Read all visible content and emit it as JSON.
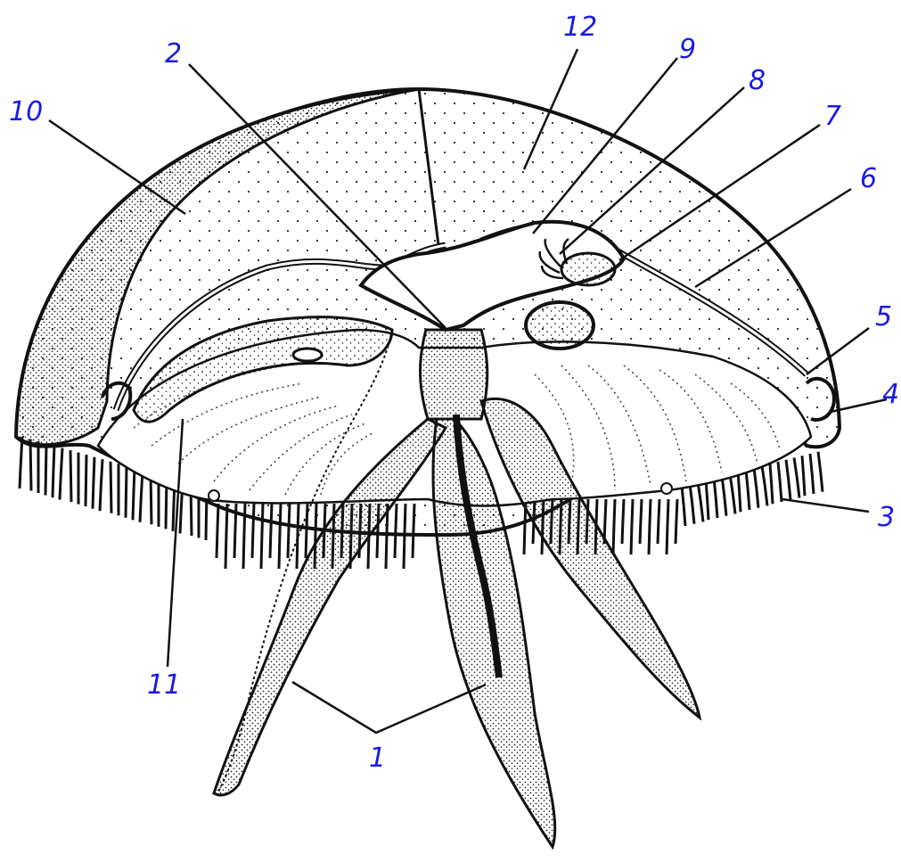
{
  "colors": {
    "label": "#1a1ae6",
    "ink": "#111111",
    "paper": "#ffffff",
    "stipple": "#222222"
  },
  "labels": [
    {
      "id": "1",
      "text": "1"
    },
    {
      "id": "2",
      "text": "2"
    },
    {
      "id": "3",
      "text": "3"
    },
    {
      "id": "4",
      "text": "4"
    },
    {
      "id": "5",
      "text": "5"
    },
    {
      "id": "6",
      "text": "6"
    },
    {
      "id": "7",
      "text": "7"
    },
    {
      "id": "8",
      "text": "8"
    },
    {
      "id": "9",
      "text": "9"
    },
    {
      "id": "10",
      "text": "10"
    },
    {
      "id": "11",
      "text": "11"
    },
    {
      "id": "12",
      "text": "12"
    }
  ]
}
